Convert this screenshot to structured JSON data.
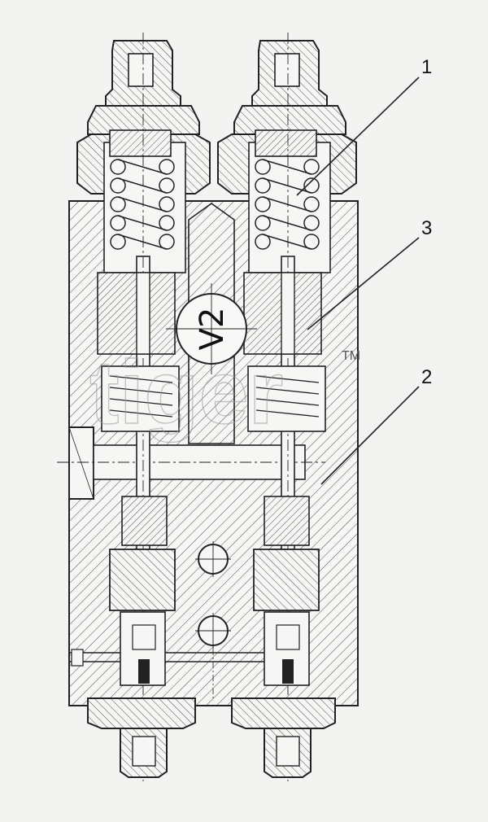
{
  "diagram": {
    "callouts": [
      {
        "id": "1",
        "label": "1"
      },
      {
        "id": "3",
        "label": "3"
      },
      {
        "id": "2",
        "label": "2"
      }
    ],
    "port_label": "V2",
    "watermark_text": "tiger",
    "trademark": "TM"
  }
}
